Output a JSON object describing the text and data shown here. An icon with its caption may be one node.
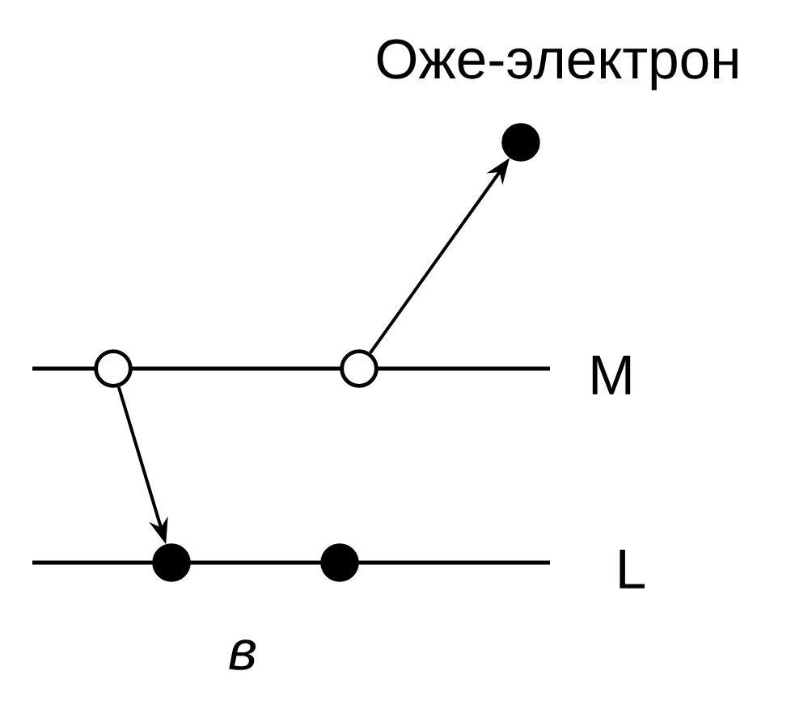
{
  "diagram": {
    "caption": "в",
    "nodes": [
      {
        "text": [],
        "shape": "circle"
      },
      {
        "text": [],
        "shape": "dot"
      },
      {
        "text": [],
        "shape": "circle"
      },
      {
        "text": [],
        "shape": "dot",
        "beside": [
          "Оже-электрон"
        ]
      },
      {
        "text": [],
        "shape": "dot"
      }
    ],
    "edges": [
      {
        "from": 0,
        "to": 1,
        "arrow": "to"
      },
      {
        "from": 2,
        "to": 3,
        "arrow": "to"
      }
    ],
    "labels": [
      "M",
      "L"
    ]
  }
}
